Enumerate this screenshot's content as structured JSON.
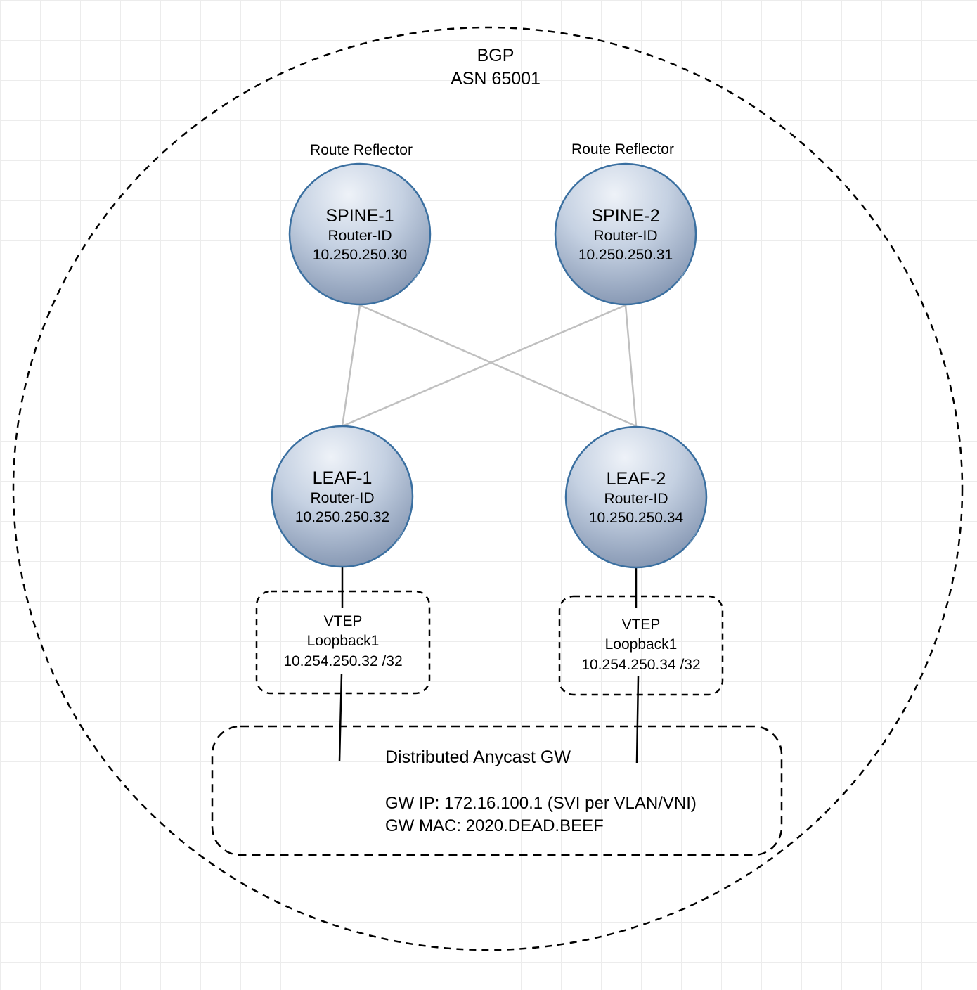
{
  "bgp": {
    "title": "BGP",
    "asn": "ASN 65001"
  },
  "spines": [
    {
      "role": "Route Reflector",
      "name": "SPINE-1",
      "rid_label": "Router-ID",
      "rid": "10.250.250.30"
    },
    {
      "role": "Route Reflector",
      "name": "SPINE-2",
      "rid_label": "Router-ID",
      "rid": "10.250.250.31"
    }
  ],
  "leaves": [
    {
      "name": "LEAF-1",
      "rid_label": "Router-ID",
      "rid": "10.250.250.32",
      "vtep": {
        "title": "VTEP",
        "iface": "Loopback1",
        "ip": "10.254.250.32 /32"
      }
    },
    {
      "name": "LEAF-2",
      "rid_label": "Router-ID",
      "rid": "10.250.250.34",
      "vtep": {
        "title": "VTEP",
        "iface": "Loopback1",
        "ip": "10.254.250.34 /32"
      }
    }
  ],
  "gateway": {
    "title": "Distributed Anycast GW",
    "ip_line": "GW IP: 172.16.100.1 (SVI per VLAN/VNI)",
    "mac_line": "GW MAC: 2020.DEAD.BEEF"
  },
  "colors": {
    "node_fill_top": "#e6ecf5",
    "node_fill_bottom": "#8294b0",
    "node_stroke": "#3a6fa0",
    "link": "#c0c0c0",
    "dashed": "#000000"
  }
}
